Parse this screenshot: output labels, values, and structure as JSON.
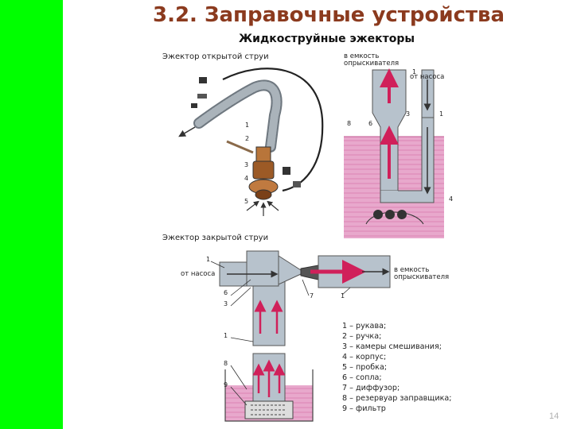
{
  "slide_title": "3.2. Заправочные устройства",
  "diagram_title": "Жидкоструйные эжекторы",
  "open_jet_title": "Эжектор открытой струи",
  "closed_jet_title": "Эжектор закрытой струи",
  "top_right": {
    "to_tank": "в емкость опрыскивателя",
    "from_pump": "от насоса"
  },
  "bottom": {
    "from_pump": "от насоса",
    "to_tank": "в емкость опрыскивателя"
  },
  "part_numbers": {
    "n1": "1",
    "n2": "2",
    "n3": "3",
    "n4": "4",
    "n5": "5",
    "n6": "6",
    "n7": "7",
    "n8": "8",
    "n9": "9"
  },
  "legend": [
    "1 – рукава;",
    "2 – ручка;",
    "3 – камеры смешивания;",
    "4 – корпус;",
    "5 – пробка;",
    "6 – сопла;",
    "7 – диффузор;",
    "8 – резервуар заправщика;",
    "9 – фильтр"
  ],
  "page_number": "14",
  "colors": {
    "accent_bar": "#00ff00",
    "title": "#8b3a1e",
    "liquid": "#e8a8cc",
    "arrow_red": "#d0205a",
    "pipe": "#b7c2cc"
  }
}
